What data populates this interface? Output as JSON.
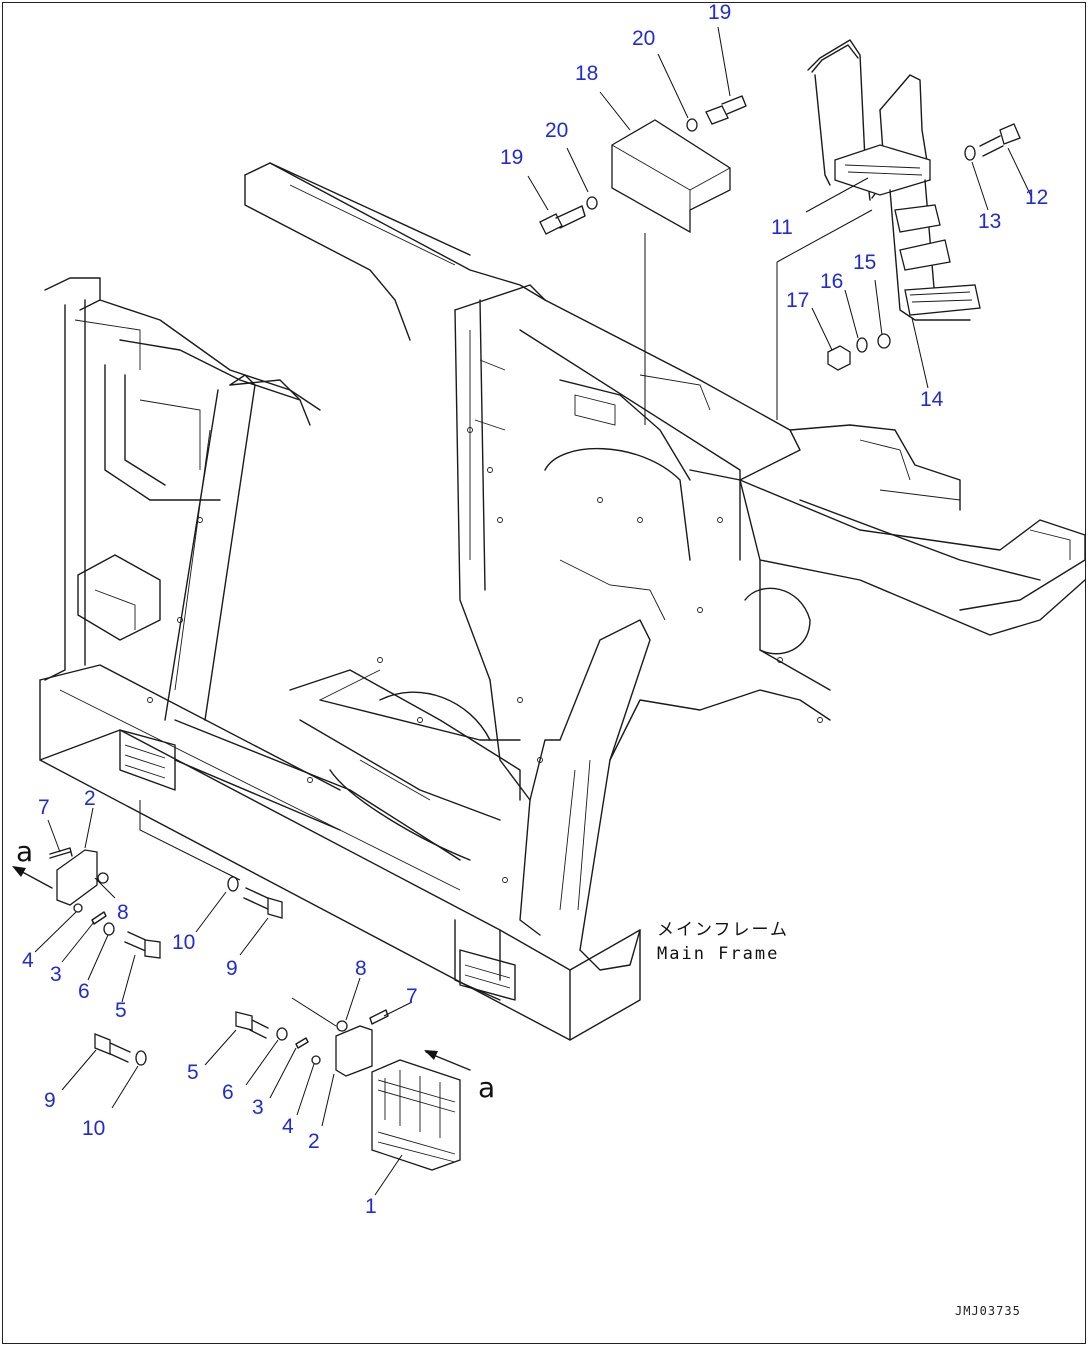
{
  "diagram": {
    "callouts": {
      "c1": "1",
      "c2a": "2",
      "c2b": "2",
      "c3a": "3",
      "c3b": "3",
      "c4a": "4",
      "c4b": "4",
      "c5a": "5",
      "c5b": "5",
      "c6a": "6",
      "c6b": "6",
      "c7a": "7",
      "c7b": "7",
      "c8a": "8",
      "c8b": "8",
      "c9a": "9",
      "c9b": "9",
      "c10a": "10",
      "c10b": "10",
      "c11": "11",
      "c12": "12",
      "c13": "13",
      "c14": "14",
      "c15": "15",
      "c16": "16",
      "c17": "17",
      "c18": "18",
      "c19a": "19",
      "c19b": "19",
      "c20a": "20",
      "c20b": "20"
    },
    "view_marks": {
      "left": "a",
      "right": "a"
    },
    "caption_jp": "メインフレーム",
    "caption_en": "Main Frame",
    "drawing_code": "JMJ03735",
    "colors": {
      "callout": "#1f2bd6",
      "line": "#1a1a1a"
    }
  }
}
